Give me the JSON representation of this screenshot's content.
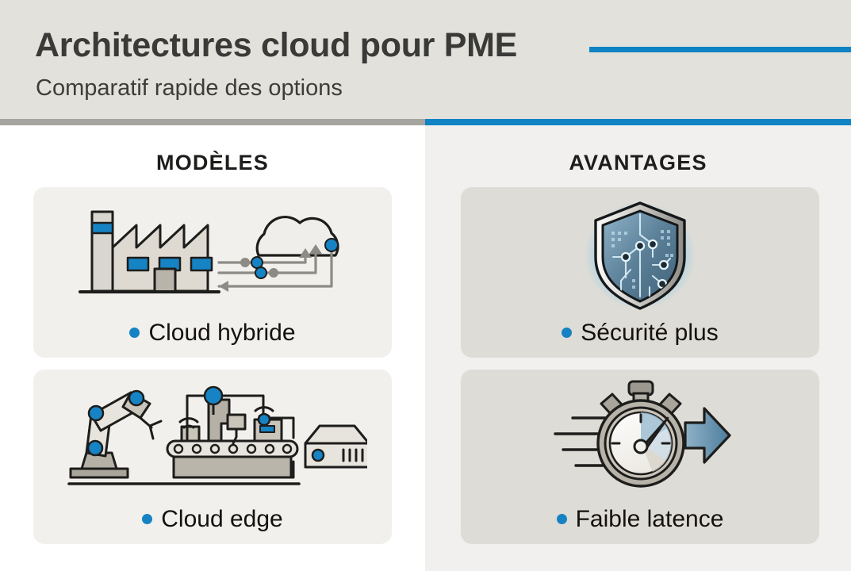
{
  "header": {
    "title": "Architectures cloud pour PME",
    "subtitle": "Comparatif rapide des options",
    "accent_color": "#1083c4",
    "background_color": "#e3e1db"
  },
  "columns": [
    {
      "id": "models",
      "heading": "MODÈLES",
      "background_color": "#ffffff",
      "cards": [
        {
          "label": "Cloud hybride",
          "icon": "factory-cloud-hybrid-icon"
        },
        {
          "label": "Cloud edge",
          "icon": "robot-conveyor-edge-server-icon"
        }
      ]
    },
    {
      "id": "advantages",
      "heading": "AVANTAGES",
      "background_color": "#f1f0ee",
      "cards": [
        {
          "label": "Sécurité plus",
          "icon": "circuit-shield-icon"
        },
        {
          "label": "Faible latence",
          "icon": "stopwatch-arrow-icon"
        }
      ]
    }
  ],
  "palette": {
    "bullet": "#1682c3",
    "divider_left": "#a6a49e",
    "divider_right": "#1083c4",
    "ink": "#1d1d1b",
    "metal": "#c9c6bd",
    "blue": "#1683c4"
  }
}
